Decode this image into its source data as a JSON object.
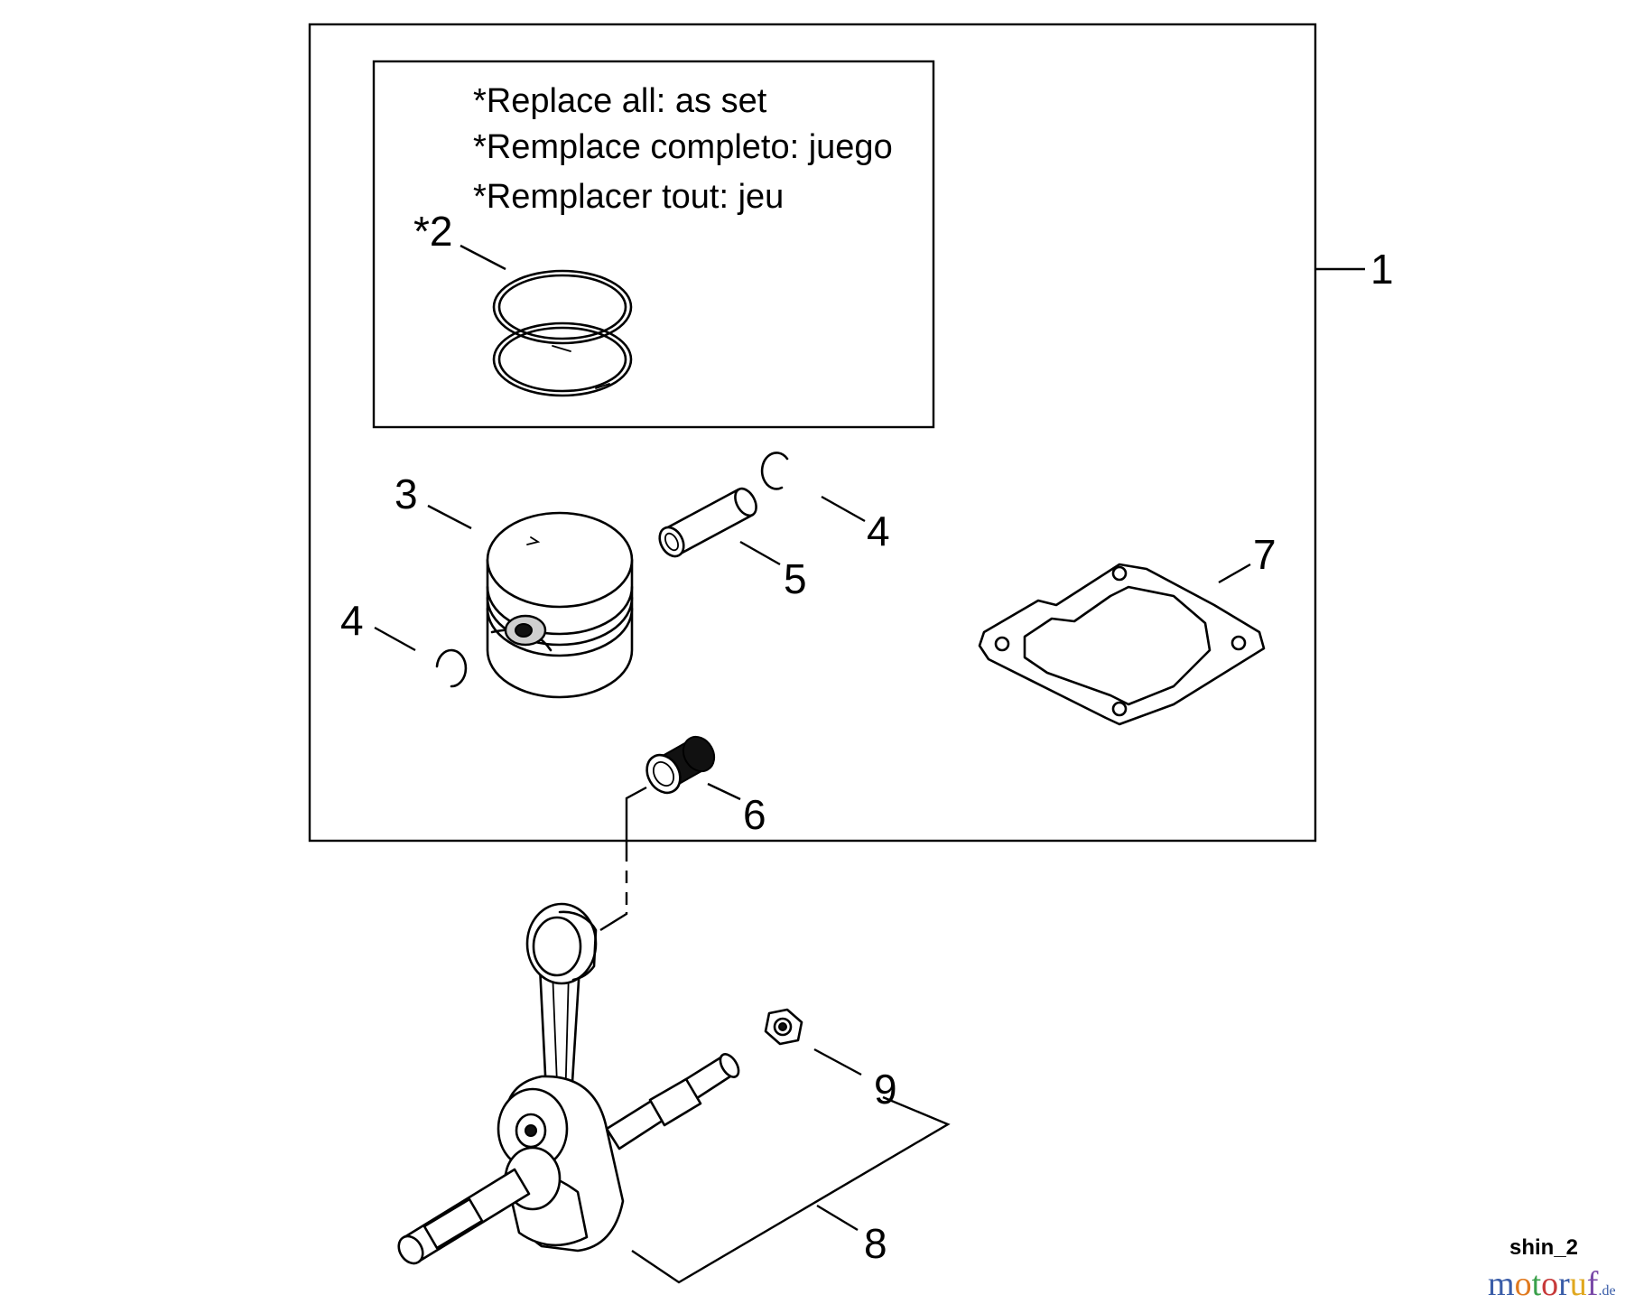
{
  "note": {
    "lines": [
      "*Replace all: as set",
      "*Remplace completo: juego",
      "*Remplacer tout: jeu"
    ]
  },
  "callouts": {
    "c1": "1",
    "c2": "*2",
    "c3": "3",
    "c4a": "4",
    "c4b": "4",
    "c5": "5",
    "c6": "6",
    "c7": "7",
    "c8": "8",
    "c9": "9"
  },
  "footer": {
    "code": "shin_2",
    "watermark_letters": [
      "m",
      "o",
      "t",
      "o",
      "r",
      "u",
      "f"
    ],
    "watermark_colors": [
      "#3a5da8",
      "#e07a1f",
      "#3aa04a",
      "#c73a3a",
      "#3a5da8",
      "#e0a81f",
      "#7a4aa8"
    ],
    "watermark_suffix": ".de"
  }
}
